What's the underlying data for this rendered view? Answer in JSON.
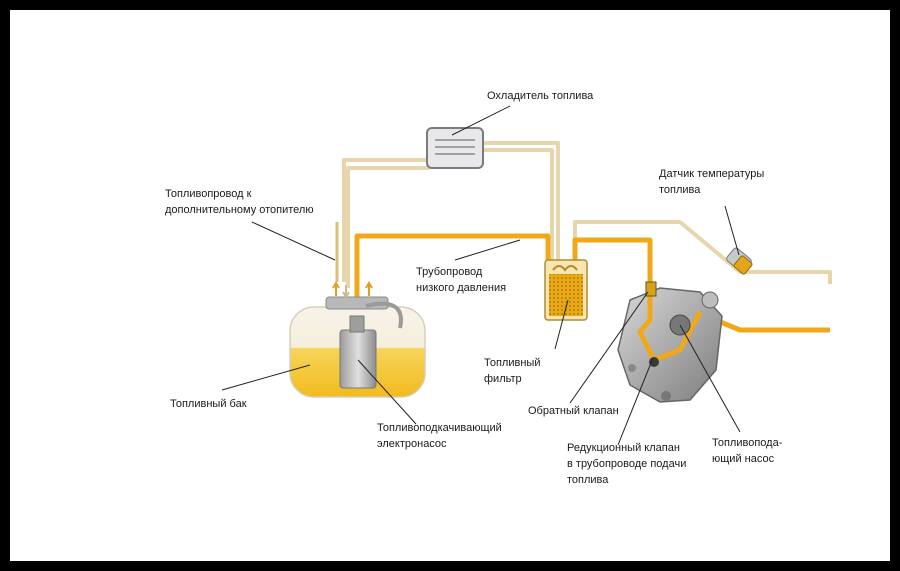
{
  "labels": {
    "fuel_cooler": "Охладитель топлива",
    "heater_line": [
      "Топливопровод к",
      "дополнительному отопителю"
    ],
    "low_pressure_line": [
      "Трубопровод",
      "низкого давления"
    ],
    "fuel_temp_sensor": [
      "Датчик температуры",
      "топлива"
    ],
    "fuel_filter": [
      "Топливный",
      "фильтр"
    ],
    "fuel_tank": "Топливный бак",
    "electric_pump": [
      "Топливоподкачивающий",
      "электронасос"
    ],
    "check_valve": "Обратный клапан",
    "reducing_valve": [
      "Редукционный клапан",
      "в трубопроводе подачи",
      "топлива"
    ],
    "fuel_pump": [
      "Топливопода-",
      "ющий насос"
    ]
  },
  "colors": {
    "background": "#ffffff",
    "border": "#000000",
    "supply_line": "#f0a818",
    "return_line": "#eedfb8",
    "fuel": "#f5c21b",
    "tank": "#f6f1e3",
    "leader": "#222222"
  }
}
